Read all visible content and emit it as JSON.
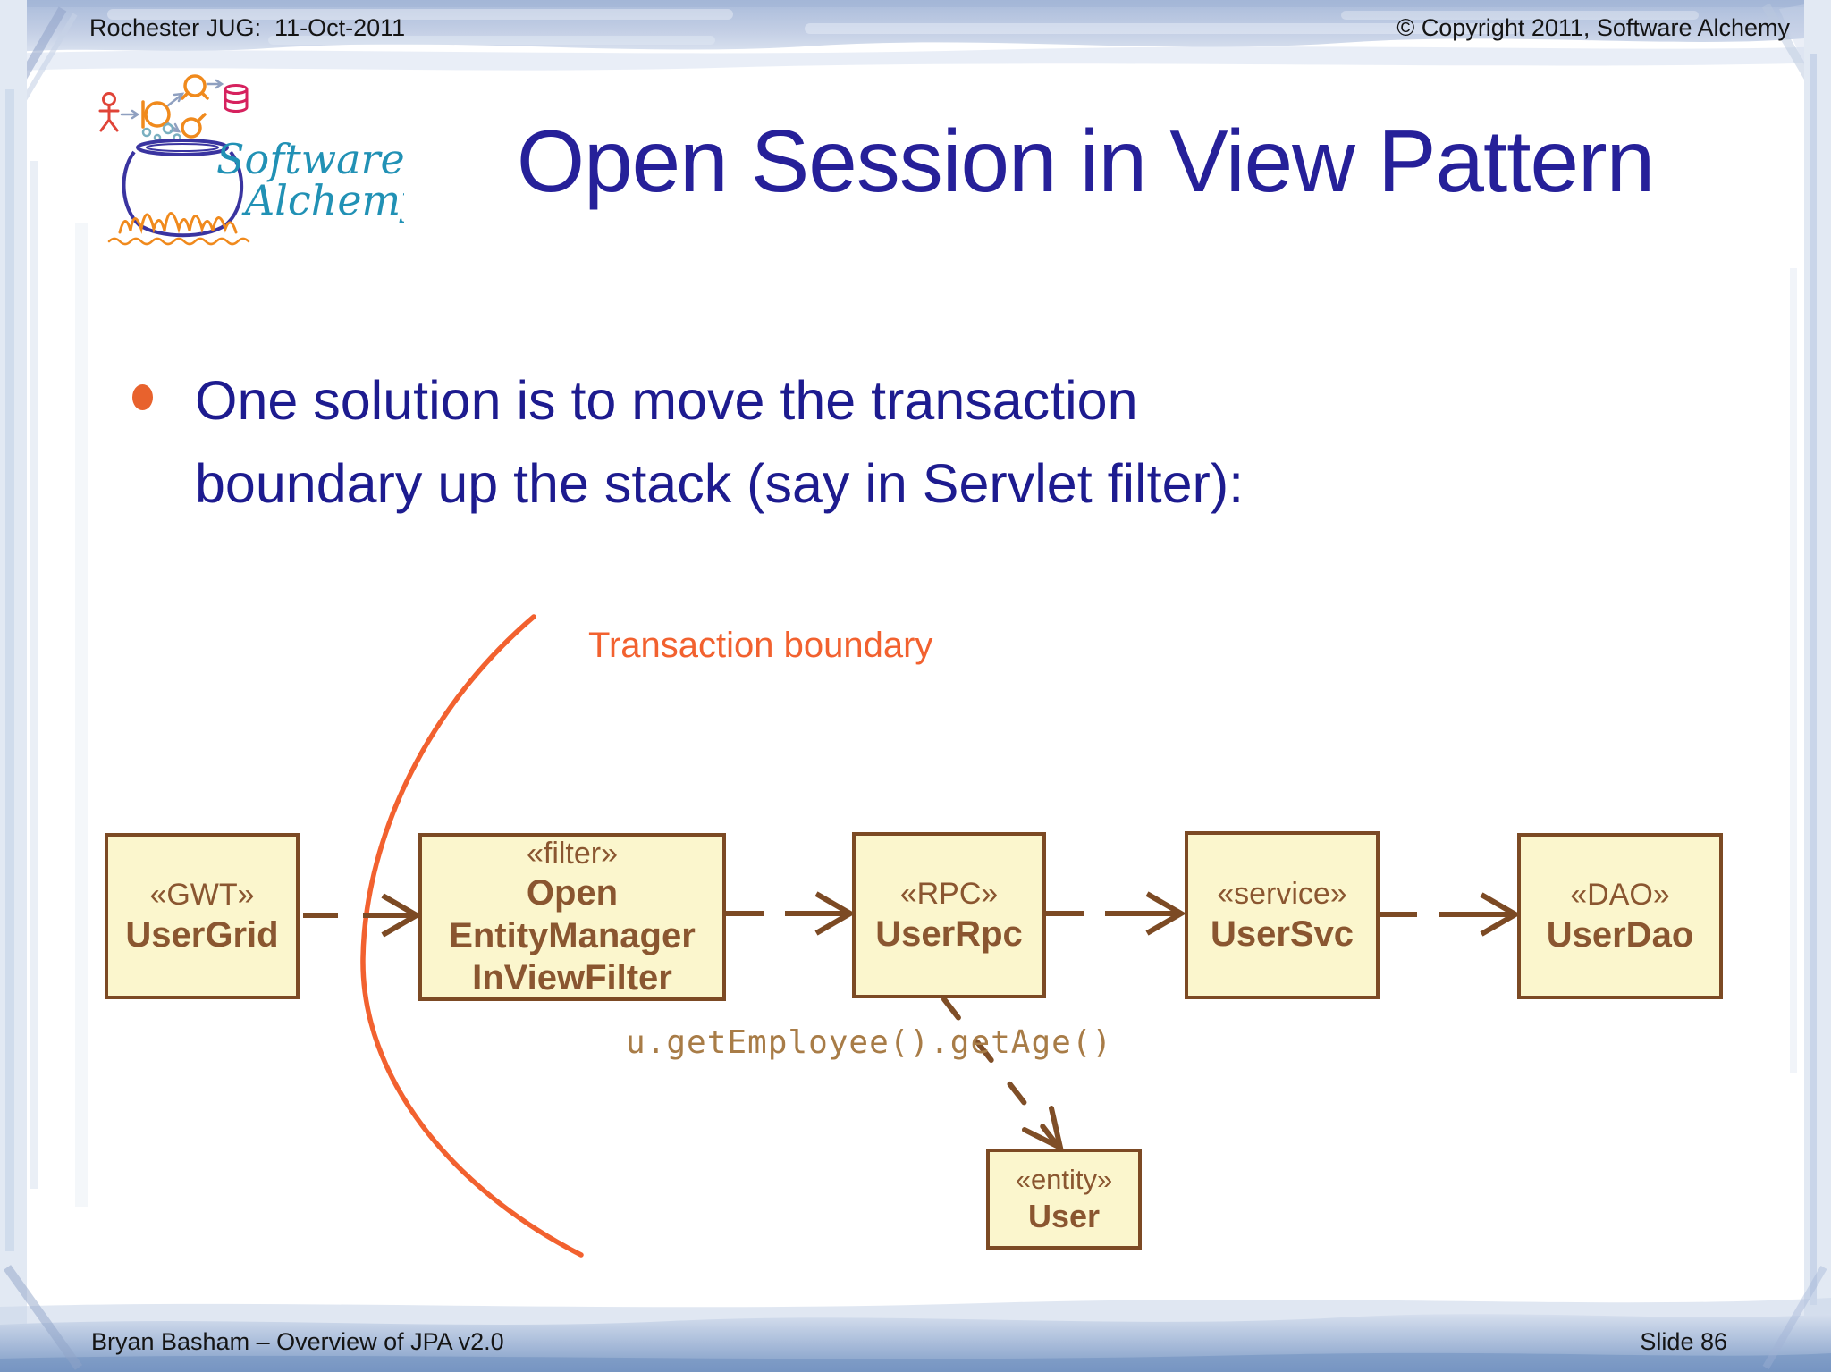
{
  "slide": {
    "header": {
      "event": "Rochester JUG:  11-Oct-2011",
      "copyright": "© Copyright 2011, Software Alchemy"
    },
    "logo": {
      "word1": "Software",
      "word2": "Alchemy"
    },
    "title": "Open Session in View Pattern",
    "bullet": {
      "lines": [
        "One solution is to move the transaction",
        "boundary up the stack (say in Servlet filter):"
      ]
    },
    "diagram": {
      "boundary_label": "Transaction boundary",
      "code_call": "u.getEmployee().getAge()",
      "boxes": [
        {
          "stereotype": "«GWT»",
          "name": "UserGrid"
        },
        {
          "stereotype": "«filter»",
          "name": "Open\nEntityManager\nInViewFilter"
        },
        {
          "stereotype": "«RPC»",
          "name": "UserRpc"
        },
        {
          "stereotype": "«service»",
          "name": "UserSvc"
        },
        {
          "stereotype": "«DAO»",
          "name": "UserDao"
        },
        {
          "stereotype": "«entity»",
          "name": "User"
        }
      ]
    },
    "footer": {
      "author": "Bryan Basham – Overview of JPA v2.0",
      "page": "Slide 86"
    },
    "colors": {
      "title_navy": "#262099",
      "body_navy": "#1d1b8f",
      "accent_orange": "#f2612f",
      "box_fill": "#fbf6cd",
      "box_border": "#7c4a24",
      "box_text": "#8a5630",
      "code_brown": "#a87c47",
      "logo_teal": "#2191b5",
      "frame_blue": "#a9bbda"
    }
  }
}
